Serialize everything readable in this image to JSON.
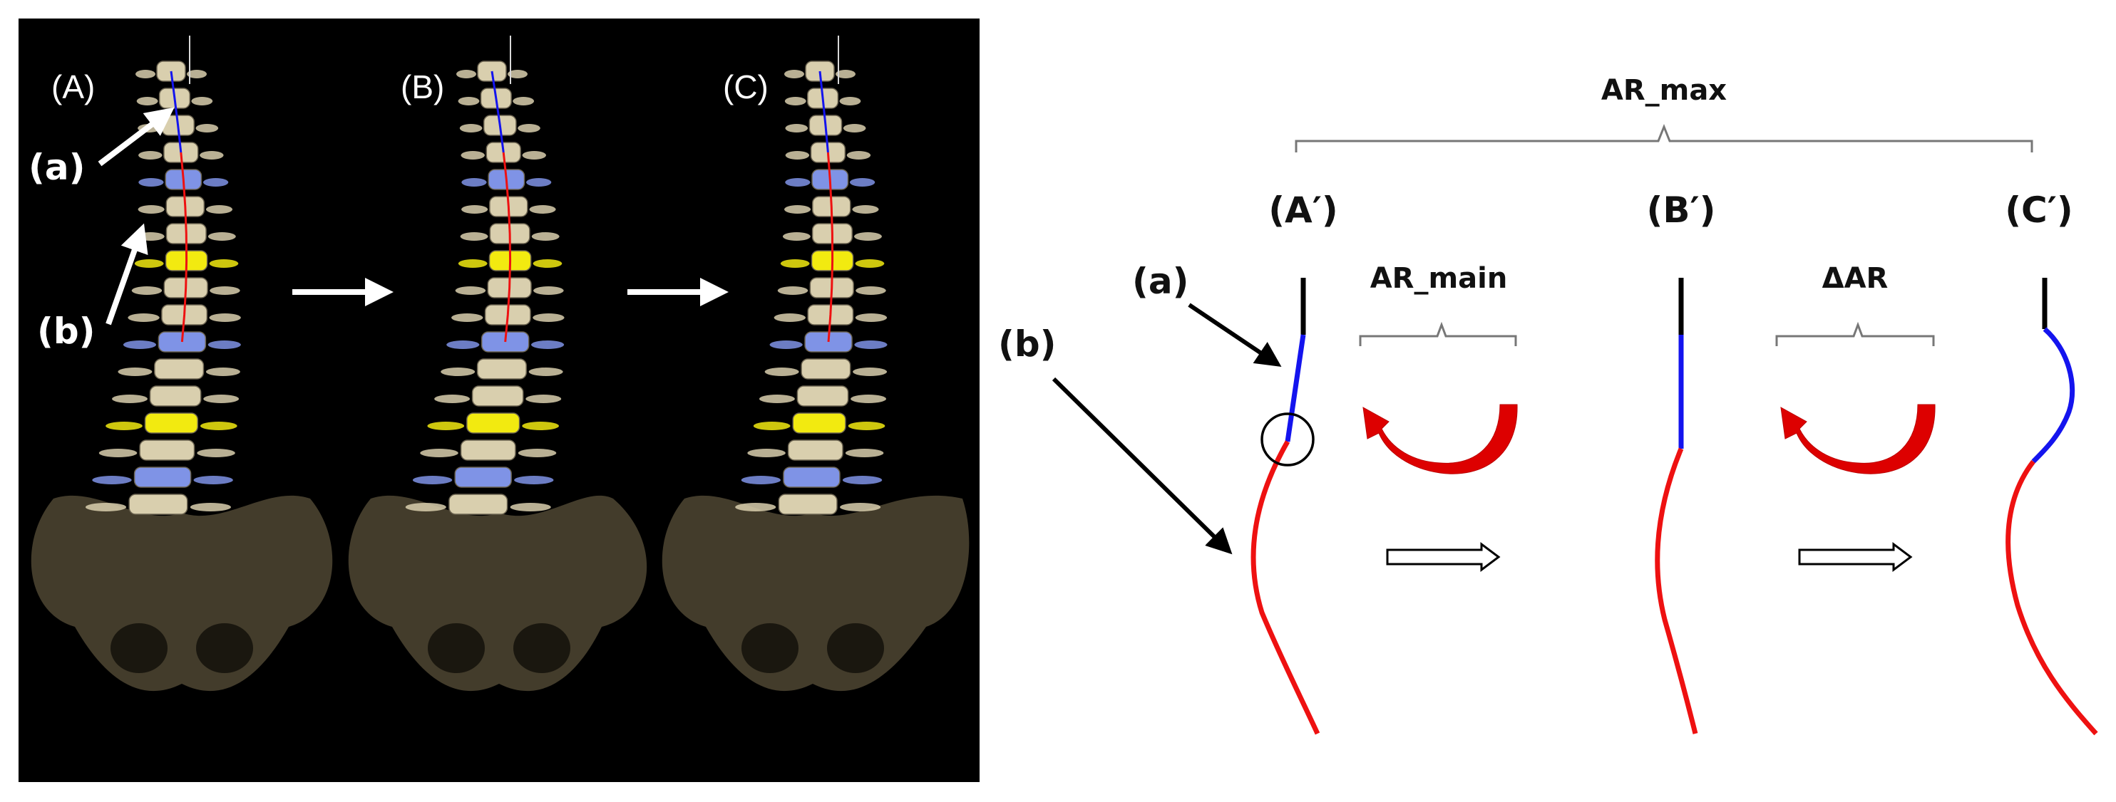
{
  "left_panel": {
    "panel_labels": [
      "(A)",
      "(B)",
      "(C)"
    ],
    "pointer_labels": [
      "(a)",
      "(b)"
    ]
  },
  "right_panel": {
    "curve_labels": [
      "(A′)",
      "(B′)",
      "(C′)"
    ],
    "pointer_labels": [
      "(a)",
      "(b)"
    ],
    "metrics": {
      "ar_max": "AR_max",
      "ar_main": "AR_main",
      "delta_ar": "ΔAR"
    }
  },
  "colors": {
    "background_left": "#000000",
    "bone": "#d9cfae",
    "pelvis": "#4a4330",
    "vertebra_blue": "#7f93e6",
    "vertebra_yellow": "#f2ea10",
    "curve_black": "#000000",
    "curve_blue": "#1414ee",
    "curve_red": "#ee1111",
    "rotation_arrow": "#dd0000"
  }
}
